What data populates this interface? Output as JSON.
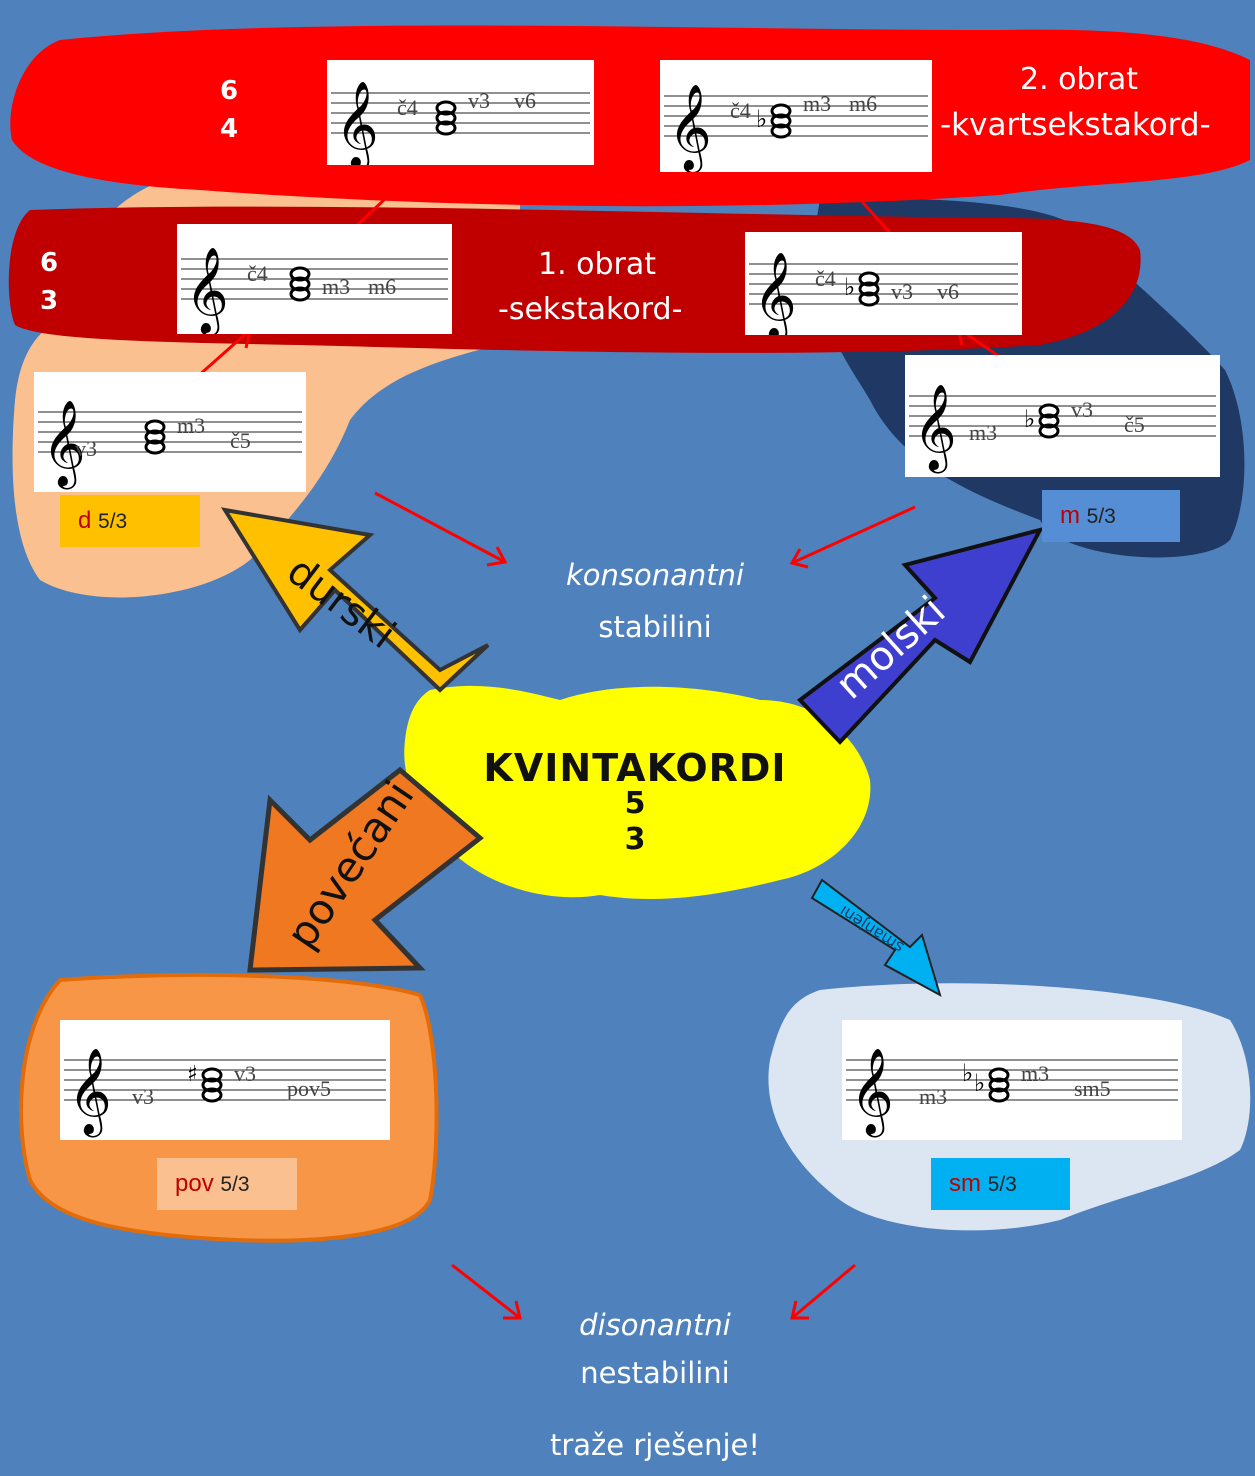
{
  "title": "KVINTAKORDI",
  "title_nums": [
    "5",
    "3"
  ],
  "inversion2": {
    "nums": [
      "6",
      "4"
    ],
    "label_line1": "2. obrat",
    "label_line2": "-kvartsekstakord-"
  },
  "inversion1": {
    "nums": [
      "6",
      "3"
    ],
    "label_line1": "1. obrat",
    "label_line2": "-sekstakord-"
  },
  "staffs": {
    "major_root": {
      "lo": "v3",
      "hi": "m3",
      "outer": "č5"
    },
    "minor_root": {
      "lo": "m3",
      "hi": "v3",
      "outer": "č5"
    },
    "major_6": {
      "lo": "č4",
      "hi": "m3",
      "outer": "m6"
    },
    "minor_6": {
      "lo": "č4",
      "hi": "v3",
      "outer": "v6"
    },
    "major_64": {
      "lo": "č4",
      "hi": "v3",
      "outer": "v6"
    },
    "minor_64": {
      "lo": "č4",
      "hi": "m3",
      "outer": "m6"
    },
    "aug": {
      "lo": "v3",
      "hi": "v3",
      "outer": "pov5"
    },
    "dim": {
      "lo": "m3",
      "hi": "m3",
      "outer": "sm5"
    }
  },
  "tags": {
    "major": {
      "abbr": "d",
      "num": "5/3"
    },
    "minor": {
      "abbr": "m",
      "num": "5/3"
    },
    "aug": {
      "abbr": "pov",
      "num": "5/3"
    },
    "dim": {
      "abbr": "sm",
      "num": "5/3"
    }
  },
  "arrows": {
    "major": "durski",
    "minor": "molski",
    "aug": "povećani",
    "dim": "smanjeni"
  },
  "consonant": {
    "line1": "konsonantni",
    "line2": "stabilini"
  },
  "dissonant": {
    "line1": "disonantni",
    "line2": "nestabilini",
    "line3": "traže rješenje!"
  },
  "colors": {
    "background": "#4f81bd",
    "red_band": "#ff0000",
    "dark_red_band": "#c00000",
    "peach": "#fac090",
    "navy": "#1f3864",
    "yellow": "#ffff00",
    "orange_arrow": "#ffc000",
    "blue_arrow": "#3f3fcf",
    "aug_arrow": "#f07820",
    "dim_arrow": "#00b0f0",
    "aug_blob": "#f79646",
    "dim_blob": "#dce6f2"
  }
}
